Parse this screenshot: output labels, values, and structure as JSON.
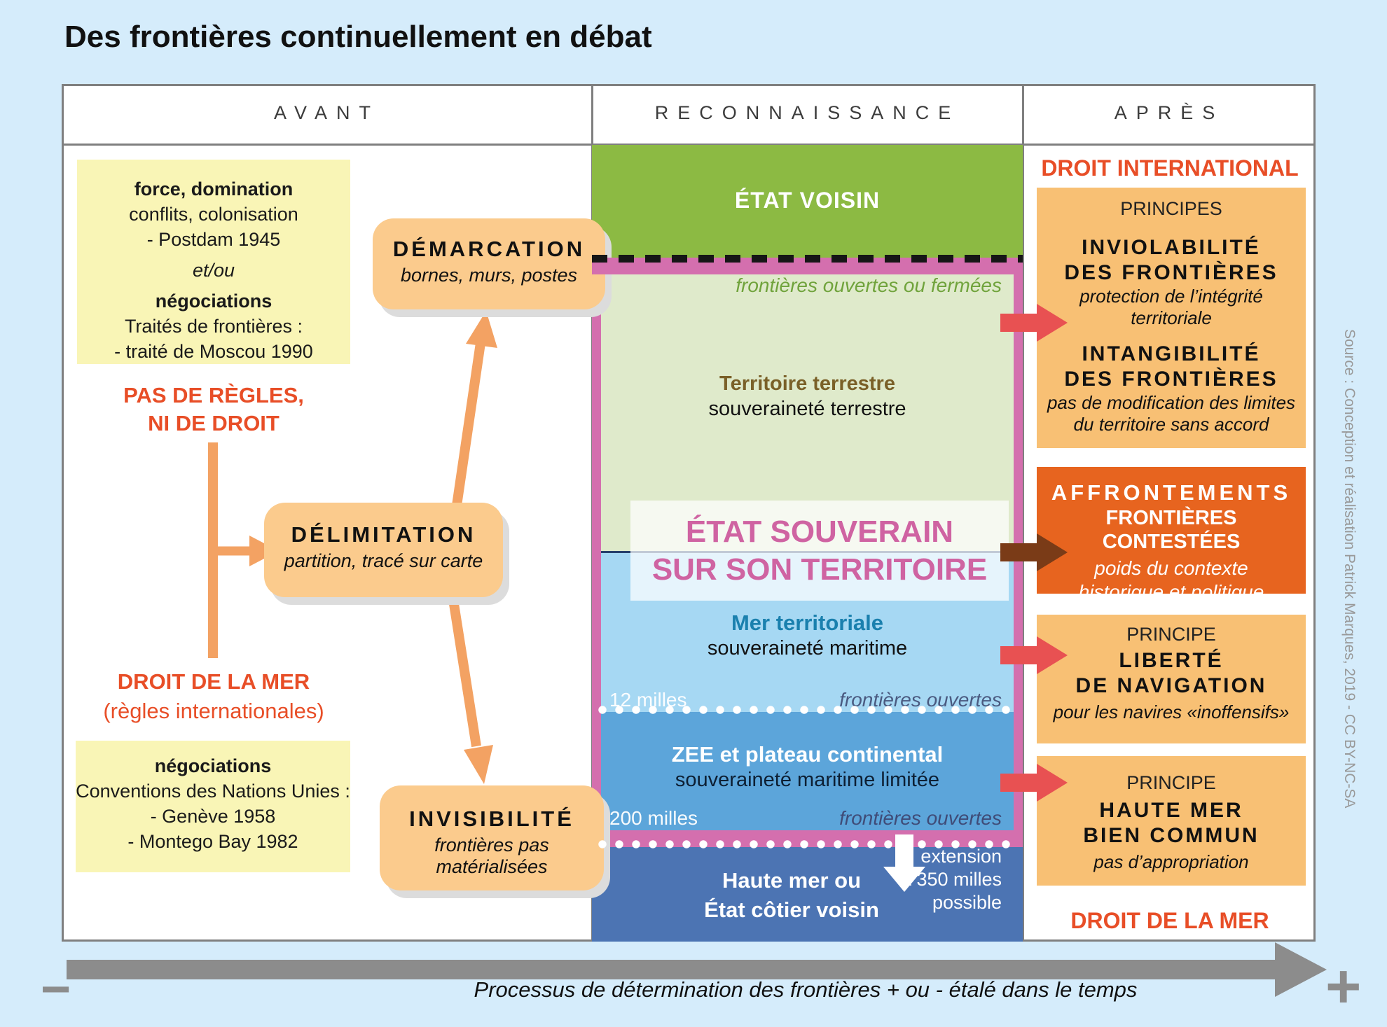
{
  "title": "Des frontières continuellement en débat",
  "colors": {
    "background": "#d5ecfb",
    "accent_red": "#e84e27",
    "orange_box": "#fbcb8d",
    "yellow_box": "#f9f5b6",
    "neighbor_green": "#8cba43",
    "land_green": "#dfeacb",
    "border_pink": "#d46fae",
    "sovereign_pink_text": "#cf63a2",
    "territorial_sea_blue": "#a6d8f3",
    "zee_blue": "#5ca5da",
    "high_sea_blue": "#4c74b3",
    "principle_box_orange": "#f8c074",
    "confrontation_orange": "#e7641f",
    "arrow_orange": "#f3a263",
    "arrow_red": "#e85152",
    "arrow_brown": "#7a3b17"
  },
  "avant": {
    "header": "AVANT",
    "force_box_lines": [
      "force, domination",
      "conflits, colonisation",
      "- Postdam 1945",
      "et/ou",
      "négociations",
      "Traités de frontières :",
      "- traité de Moscou 1990"
    ],
    "no_rules_lines": [
      "PAS DE RÈGLES,",
      "NI DE DROIT"
    ],
    "sea_law_lines": [
      "DROIT DE LA MER",
      "(règles internationales)"
    ],
    "negotiations_box_lines": [
      "négociations",
      "Conventions des Nations Unies :",
      "- Genève 1958",
      "- Montego Bay 1982"
    ],
    "demarcation": {
      "title": "DÉMARCATION",
      "subtitle": "bornes, murs, postes"
    },
    "delimitation": {
      "title": "DÉLIMITATION",
      "subtitle": "partition, tracé sur carte"
    },
    "invisibility": {
      "title": "INVISIBILITÉ",
      "subtitle": "frontières pas matérialisées"
    }
  },
  "reconnaissance": {
    "header": "RECONNAISSANCE",
    "neighbor_state": "ÉTAT VOISIN",
    "border_note_top": "frontières ouvertes ou fermées",
    "land_title": "Territoire terrestre",
    "land_subtitle": "souveraineté terrestre",
    "sovereign_lines": [
      "ÉTAT SOUVERAIN",
      "SUR SON TERRITOIRE"
    ],
    "sea_title": "Mer territoriale",
    "sea_subtitle": "souveraineté maritime",
    "limit_12": "12 milles",
    "open_borders_12": "frontières ouvertes",
    "zee_title": "ZEE et plateau continental",
    "zee_subtitle": "souveraineté maritime limitée",
    "limit_200": "200 milles",
    "open_borders_200": "frontières ouvertes",
    "high_sea_lines": [
      "Haute mer ou",
      "État côtier voisin"
    ],
    "extension_lines": [
      "extension",
      "à 350 milles",
      "possible"
    ]
  },
  "apres": {
    "header": "APRÈS",
    "international_law": "DROIT INTERNATIONAL",
    "principles_box": {
      "label": "PRINCIPES",
      "lines": [
        "INVIOLABILITÉ",
        "DES FRONTIÈRES"
      ],
      "sub": [
        "protection de l’intégrité",
        "territoriale"
      ],
      "lines2": [
        "INTANGIBILITÉ",
        "DES FRONTIÈRES"
      ],
      "sub2": [
        "pas de modification des limites",
        "du territoire sans accord"
      ]
    },
    "confrontations_box": {
      "lines": [
        "AFFRONTEMENTS",
        "FRONTIÈRES CONTESTÉES"
      ],
      "sub": [
        "poids du contexte",
        "historique et politique"
      ]
    },
    "navigation_box": {
      "label": "PRINCIPE",
      "lines": [
        "LIBERTÉ",
        "DE NAVIGATION"
      ],
      "sub": "pour les navires «inoffensifs»"
    },
    "high_sea_box": {
      "label": "PRINCIPE",
      "lines": [
        "HAUTE MER",
        "BIEN COMMUN"
      ],
      "sub": "pas d’appropriation"
    },
    "sea_law": "DROIT DE LA MER"
  },
  "footer": {
    "minus": "−",
    "caption": "Processus de détermination des frontières + ou - étalé dans le temps",
    "plus": "+"
  },
  "source": "Source : Conception et réalisation Patrick Marques, 2019 - CC BY-NC-SA"
}
